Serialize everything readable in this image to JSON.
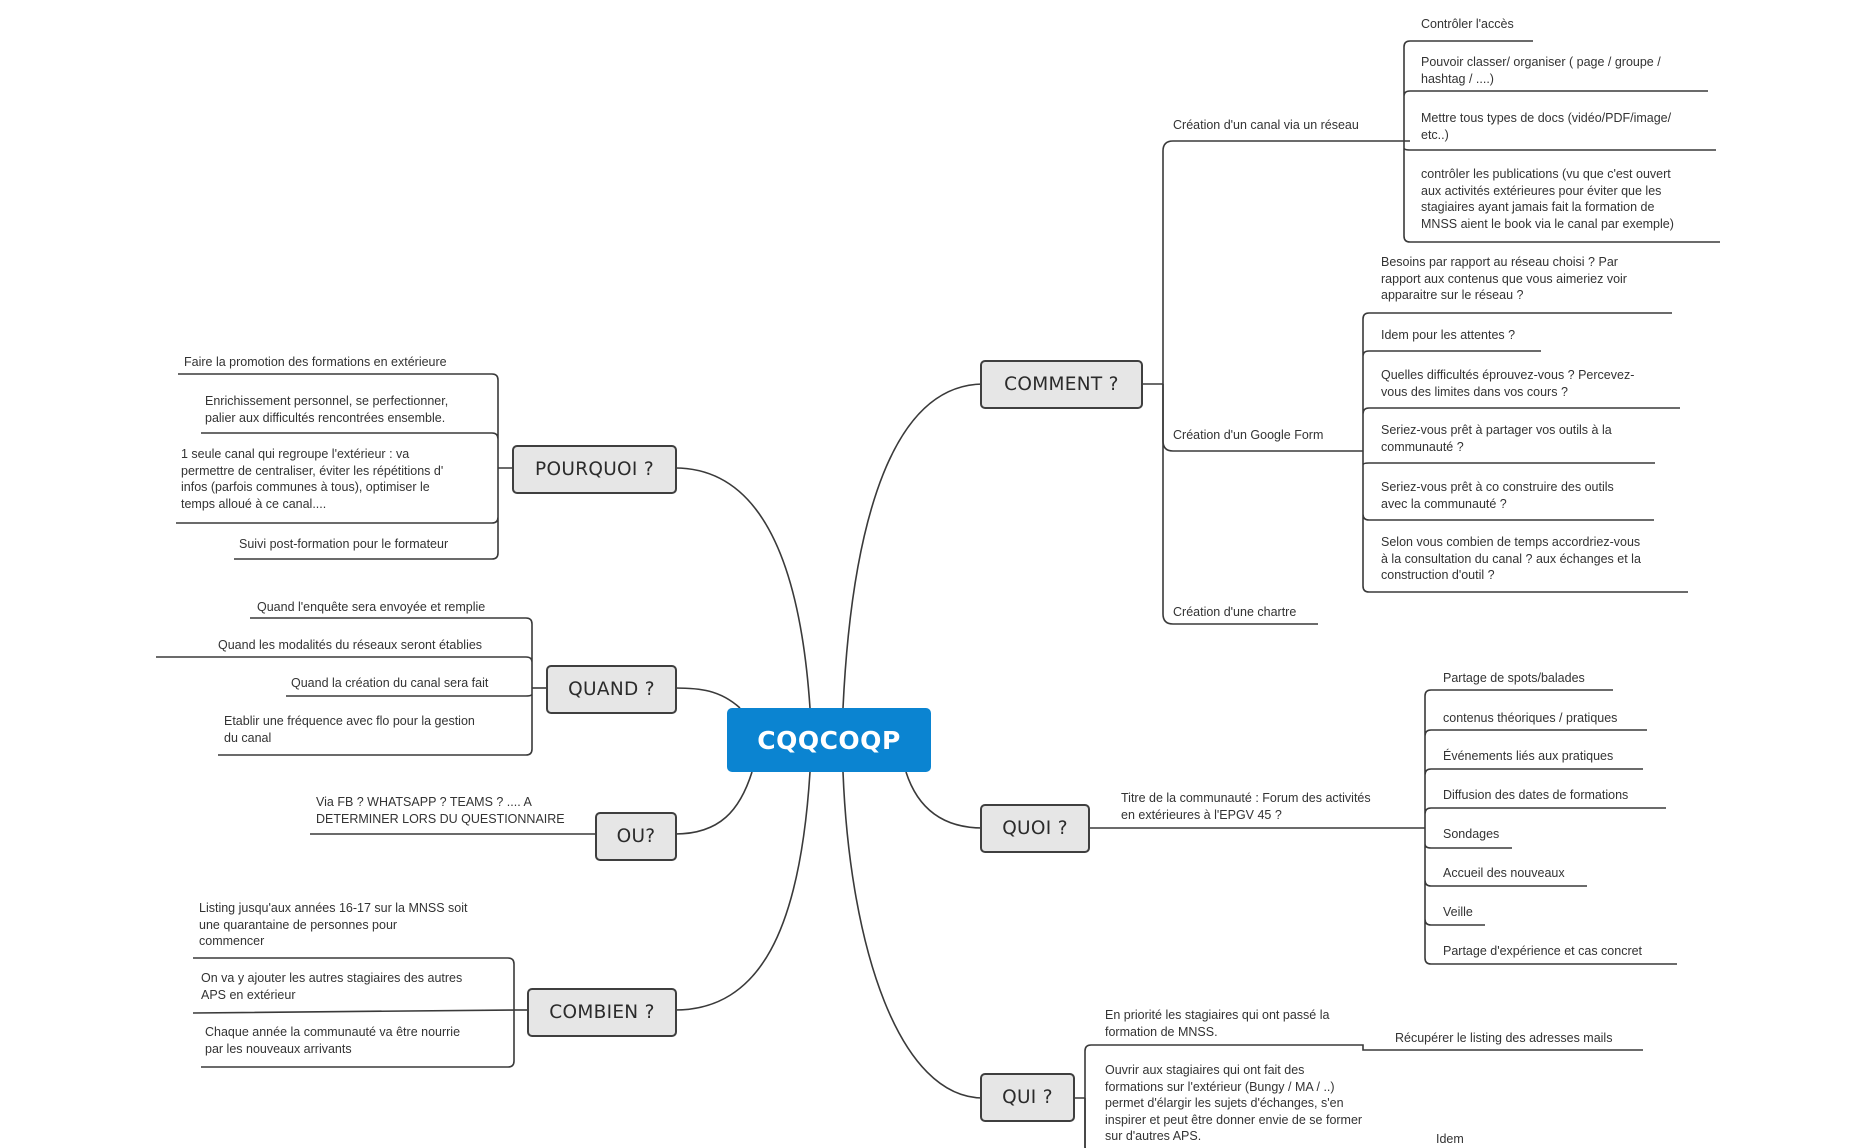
{
  "central": "CQQCOQP",
  "branches": {
    "comment": {
      "label": "COMMENT ?",
      "canal": {
        "label": "Création d'un canal via un réseau",
        "items": [
          "Contrôler l'accès",
          "Pouvoir classer/ organiser ( page / groupe /\nhashtag / ....)",
          "Mettre tous types de docs (vidéo/PDF/image/\netc..)",
          "contrôler les publications (vu que c'est ouvert\naux activités extérieures pour éviter que les\nstagiaires ayant jamais fait la formation de\nMNSS aient le book via le canal par exemple)"
        ]
      },
      "form": {
        "label": "Création d'un Google Form",
        "items": [
          "Besoins par rapport au réseau choisi ? Par\nrapport aux contenus que vous aimeriez voir\napparaitre sur le réseau ?",
          "Idem pour les attentes ?",
          "Quelles difficultés éprouvez-vous ? Percevez-\nvous des limites dans vos cours ?",
          "Seriez-vous prêt à partager vos outils à la\ncommunauté ?",
          "Seriez-vous prêt à co construire des outils\navec la communauté ?",
          "Selon vous combien de temps accordriez-vous\nà la consultation du canal ? aux échanges et la\nconstruction d'outil ?"
        ]
      },
      "charte": "Création d'une chartre"
    },
    "quoi": {
      "label": "QUOI ?",
      "titre": "Titre de la communauté : Forum des activités\nen extérieures à l'EPGV 45 ?",
      "items": [
        "Partage de spots/balades",
        "contenus théoriques / pratiques",
        "Événements liés aux pratiques",
        "Diffusion des dates de formations",
        "Sondages",
        "Accueil des nouveaux",
        "Veille",
        "Partage d'expérience et cas concret"
      ]
    },
    "qui": {
      "label": "QUI ?",
      "items": [
        {
          "text": "En priorité les stagiaires qui ont passé la\nformation de MNSS.",
          "sub": "Récupérer le listing des adresses mails"
        },
        {
          "text": "Ouvrir aux stagiaires qui ont fait des\nformations sur l'extérieur (Bungy / MA / ..)\npermet d'élargir les sujets d'échanges, s'en\ninspirer et peut être donner envie de se former\nsur d'autres APS.",
          "sub": "Idem"
        }
      ]
    },
    "pourquoi": {
      "label": "POURQUOI ?",
      "items": [
        "Faire la promotion des formations en extérieure",
        "Enrichissement personnel, se perfectionner,\npalier aux difficultés rencontrées ensemble.",
        "1 seule canal qui regroupe l'extérieur : va\npermettre de centraliser, éviter les répétitions d'\ninfos (parfois communes à tous), optimiser le\ntemps alloué à ce canal....",
        "Suivi post-formation pour le formateur"
      ]
    },
    "quand": {
      "label": "QUAND ?",
      "items": [
        "Quand l'enquête sera envoyée et remplie",
        "Quand les modalités du réseaux seront établies",
        "Quand la création du canal sera fait",
        "Etablir une fréquence avec flo pour la gestion\ndu canal"
      ]
    },
    "ou": {
      "label": "OU?",
      "items": [
        "Via FB ? WHATSAPP ? TEAMS ? .... A\nDETERMINER LORS DU QUESTIONNAIRE"
      ]
    },
    "combien": {
      "label": "COMBIEN ?",
      "items": [
        "Listing jusqu'aux années 16-17 sur la MNSS soit\nune quarantaine de personnes pour\ncommencer",
        "On va y ajouter les autres stagiaires des autres\nAPS en extérieur",
        "Chaque année la communauté va être nourrie\npar les nouveaux arrivants"
      ]
    }
  }
}
